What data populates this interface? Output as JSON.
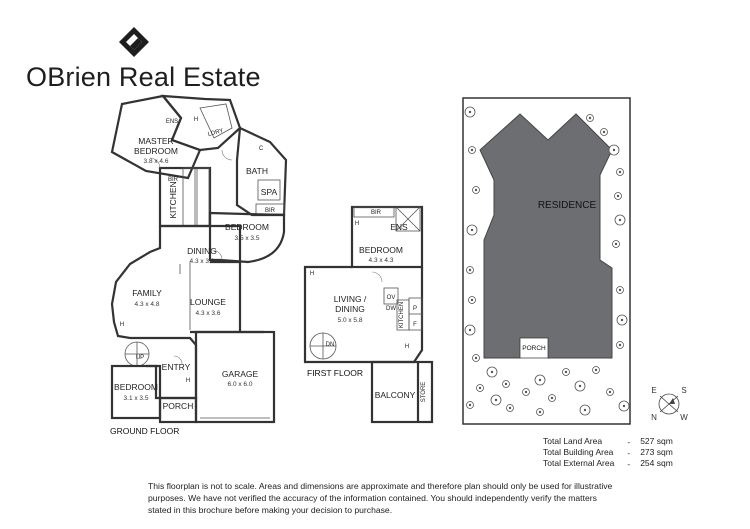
{
  "brand": {
    "name": "OBrien Real Estate",
    "logo_icon": "diamond-logo-icon"
  },
  "floors": {
    "ground": {
      "label": "GROUND FLOOR",
      "rooms": {
        "master_bedroom": {
          "name": "MASTER BEDROOM",
          "name_line1": "MASTER",
          "name_line2": "BEDROOM",
          "dims": "3.8 x 4.6"
        },
        "ens": {
          "name": "ENS"
        },
        "ldry": {
          "name": "LDRY"
        },
        "bath": {
          "name": "BATH"
        },
        "spa": {
          "name": "SPA"
        },
        "kitchen": {
          "name": "KITCHEN"
        },
        "bir_master": {
          "name": "BIR"
        },
        "bir_bed2": {
          "name": "BIR"
        },
        "bedroom2": {
          "name": "BEDROOM",
          "dims": "3.5 x 3.5"
        },
        "dining": {
          "name": "DINING",
          "dims": "4.3 x 3.3"
        },
        "family": {
          "name": "FAMILY",
          "dims": "4.3 x 4.8"
        },
        "lounge": {
          "name": "LOUNGE",
          "dims": "4.3 x 3.6"
        },
        "entry": {
          "name": "ENTRY"
        },
        "garage": {
          "name": "GARAGE",
          "dims": "6.0 x 6.0"
        },
        "bedroom3": {
          "name": "BEDROOM",
          "dims": "3.1 x 3.5"
        },
        "porch": {
          "name": "PORCH"
        }
      },
      "markers": {
        "h": "H",
        "c": "C",
        "up": "UP"
      }
    },
    "first": {
      "label": "FIRST FLOOR",
      "rooms": {
        "bir": {
          "name": "BIR"
        },
        "ens": {
          "name": "ENS"
        },
        "bedroom": {
          "name": "BEDROOM",
          "dims": "4.3 x 4.3"
        },
        "living_dining": {
          "name": "LIVING / DINING",
          "name_line1": "LIVING /",
          "name_line2": "DINING",
          "dims": "5.0 x 5.8"
        },
        "kitchen": {
          "name": "KITCHEN"
        },
        "p": {
          "name": "P"
        },
        "f": {
          "name": "F"
        },
        "balcony": {
          "name": "BALCONY"
        },
        "store": {
          "name": "STORE"
        }
      },
      "markers": {
        "h": "H",
        "dn": "DN",
        "ov": "OV",
        "dw": "DW"
      }
    }
  },
  "site": {
    "residence_label": "RESIDENCE",
    "porch_label": "PORCH",
    "residence_color": "#6d6e71",
    "compass": {
      "n": "N",
      "s": "S",
      "e": "E",
      "w": "W"
    }
  },
  "areas": [
    {
      "label": "Total Land Area",
      "sep": "-",
      "value": "527 sqm"
    },
    {
      "label": "Total Building Area",
      "sep": "-",
      "value": "273 sqm"
    },
    {
      "label": "Total External Area",
      "sep": "-",
      "value": "254 sqm"
    }
  ],
  "disclaimer": "This floorplan is not to scale. Areas and dimensions are approximate and therefore plan should only be used for illustrative purposes. We have not verified the accuracy of the information contained. You should independently verify the matters stated in this brochure before making your decision to purchase."
}
